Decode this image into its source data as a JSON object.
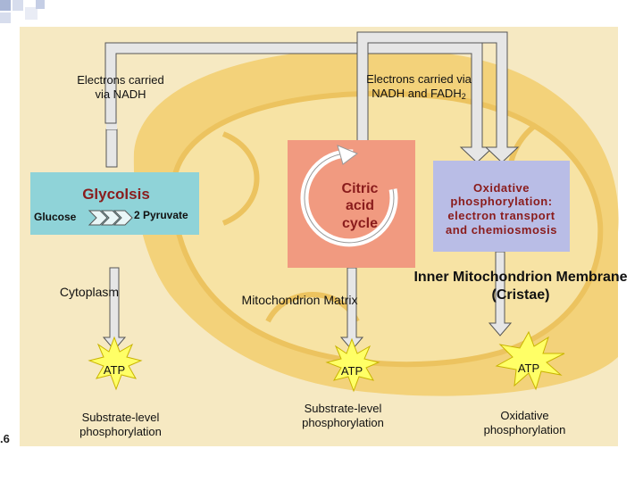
{
  "colors": {
    "panel_bg": "#f6e9c2",
    "mito_outer": "#f3d27a",
    "mito_inner": "#f7e3a4",
    "glycolysis_box": "#8fd3d8",
    "citric_box": "#f19a80",
    "oxphos_box": "#b9bde6",
    "arrow_fill": "#e6e6e6",
    "atp_star": "#ffff66",
    "heading_text": "#8a1c1c"
  },
  "electrons_nadh": {
    "label": "Electrons carried via NADH"
  },
  "electrons_nadh_fadh": {
    "label": "Electrons carried via NADH and FADH",
    "subscript": "2"
  },
  "glycolysis": {
    "title": "Glycolsis",
    "glucose": "Glucose",
    "pyruvate": "2 Pyruvate"
  },
  "citric": {
    "label": "Citric acid cycle"
  },
  "oxphos": {
    "label": "Oxidative phosphorylation: electron transport and chemiosmosis"
  },
  "regions": {
    "cytoplasm": "Cytoplasm",
    "matrix": "Mitochondrion Matrix",
    "membrane": "Inner Mitochondrion Membrane (Cristae)"
  },
  "atp": [
    {
      "label": "ATP",
      "caption": "Substrate-level phosphorylation"
    },
    {
      "label": "ATP",
      "caption": "Substrate-level phosphorylation"
    },
    {
      "label": "ATP",
      "caption": "Oxidative phosphorylation"
    }
  ],
  "side_number": ".6"
}
